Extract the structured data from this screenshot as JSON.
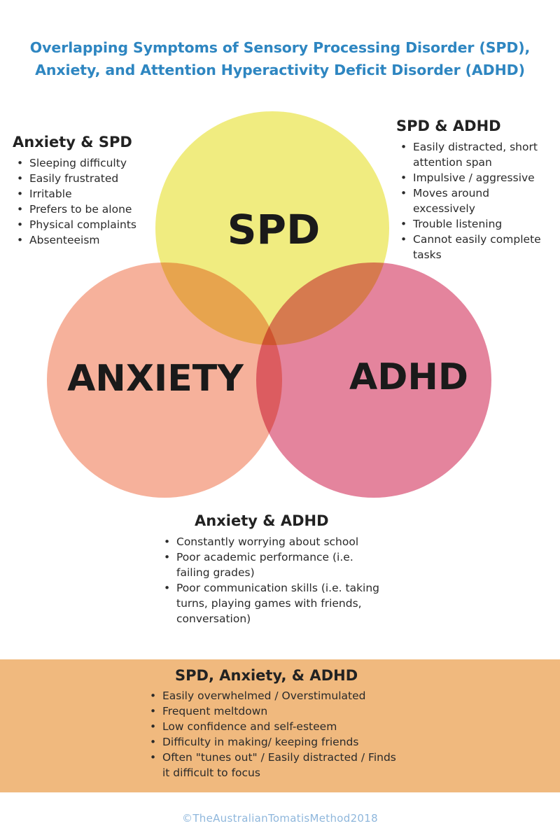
{
  "title": {
    "line1": "Overlapping Symptoms of Sensory Processing Disorder (SPD),",
    "line2": "Anxiety, and Attention Hyperactivity Deficit Disorder (ADHD)"
  },
  "colors": {
    "title": "#2e86c1",
    "spd_circle": "#eeea72",
    "anxiety_circle": "#f4a48a",
    "adhd_circle": "#e0738f",
    "bottom_box": "#f0b97e"
  },
  "circles": {
    "spd": "SPD",
    "anxiety": "ANXIETY",
    "adhd": "ADHD"
  },
  "groups": {
    "anxiety_spd": {
      "heading": "Anxiety & SPD",
      "items": [
        "Sleeping difficulty",
        "Easily frustrated",
        "Irritable",
        "Prefers to be alone",
        "Physical complaints",
        "Absenteeism"
      ]
    },
    "spd_adhd": {
      "heading": "SPD & ADHD",
      "items": [
        "Easily distracted, short attention span",
        "Impulsive / aggressive",
        "Moves around excessively",
        "Trouble listening",
        "Cannot easily complete tasks"
      ]
    },
    "anxiety_adhd": {
      "heading": "Anxiety & ADHD",
      "items": [
        "Constantly worrying about school",
        "Poor academic performance (i.e. failing grades)",
        "Poor communication skills (i.e. taking turns, playing games with friends, conversation)"
      ]
    },
    "all": {
      "heading": "SPD, Anxiety, & ADHD",
      "items": [
        "Easily overwhelmed / Overstimulated",
        "Frequent meltdown",
        "Low confidence and self-esteem",
        "Difficulty in making/ keeping friends",
        "Often \"tunes out\" / Easily distracted / Finds it difficult to focus"
      ]
    }
  },
  "copyright": "©TheAustralianTomatisMethod2018"
}
